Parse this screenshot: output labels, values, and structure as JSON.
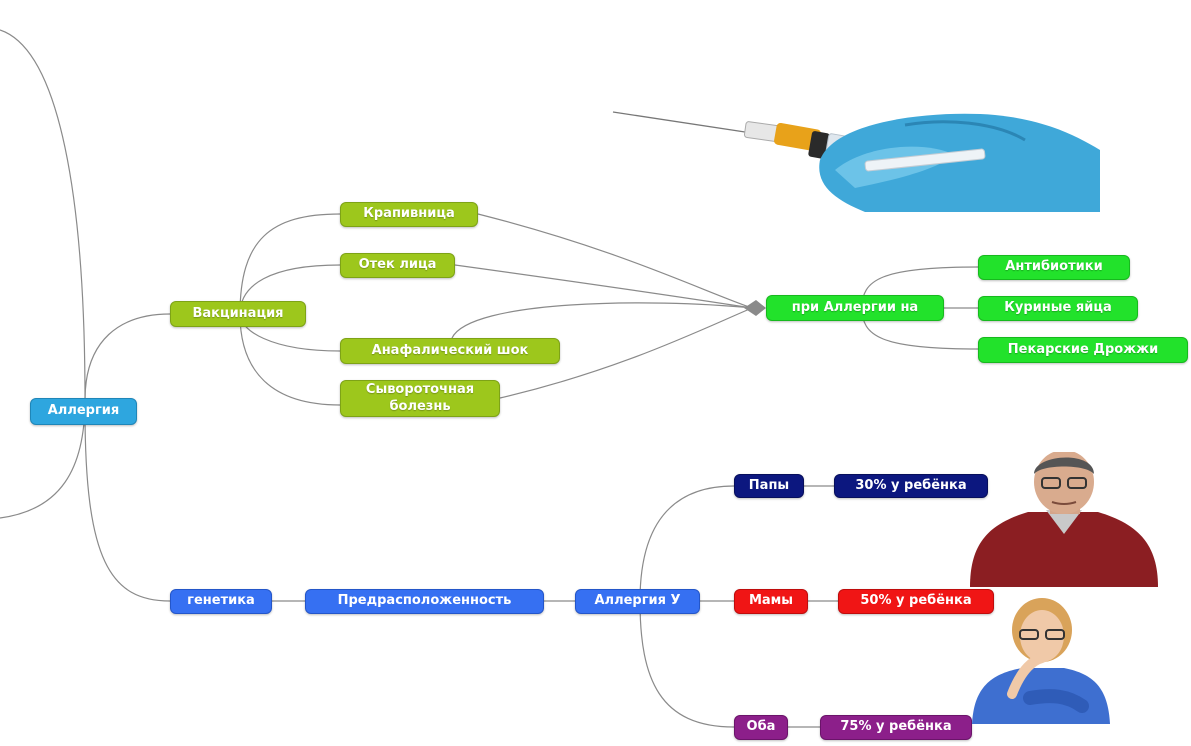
{
  "root": {
    "label": "Аллергия"
  },
  "vaccination": {
    "label": "Вакцинация",
    "reactions": [
      {
        "label": "Крапивница"
      },
      {
        "label": "Отек лица"
      },
      {
        "label": "Анафалический шок"
      },
      {
        "label": "Сывороточная болезнь"
      }
    ],
    "allergy_hub": {
      "label": "при Аллергии на"
    },
    "allergens": [
      {
        "label": "Антибиотики"
      },
      {
        "label": "Куриные яйца"
      },
      {
        "label": "Пекарские Дрожжи"
      }
    ]
  },
  "genetics": {
    "label": "генетика",
    "predisposition": {
      "label": "Предрасположенность"
    },
    "allergy_in": {
      "label": "Аллергия У"
    },
    "parents": [
      {
        "label": "Папы",
        "risk": "30% у ребёнка"
      },
      {
        "label": "Мамы",
        "risk": "50% у ребёнка"
      },
      {
        "label": "Оба",
        "risk": "75% у ребёнка"
      }
    ]
  },
  "colors": {
    "vaccination_branch": "#9dc71c",
    "allergen_branch": "#22e22b",
    "genetics_branch": "#3670f2",
    "root": "#2ea6df",
    "father": "#0c177f",
    "mother": "#f01515",
    "both": "#8c1f8a",
    "connector": "#8a8a8a"
  },
  "illustrations": [
    "syringe-in-gloved-hand-image",
    "father-portrait-image",
    "mother-portrait-image"
  ]
}
